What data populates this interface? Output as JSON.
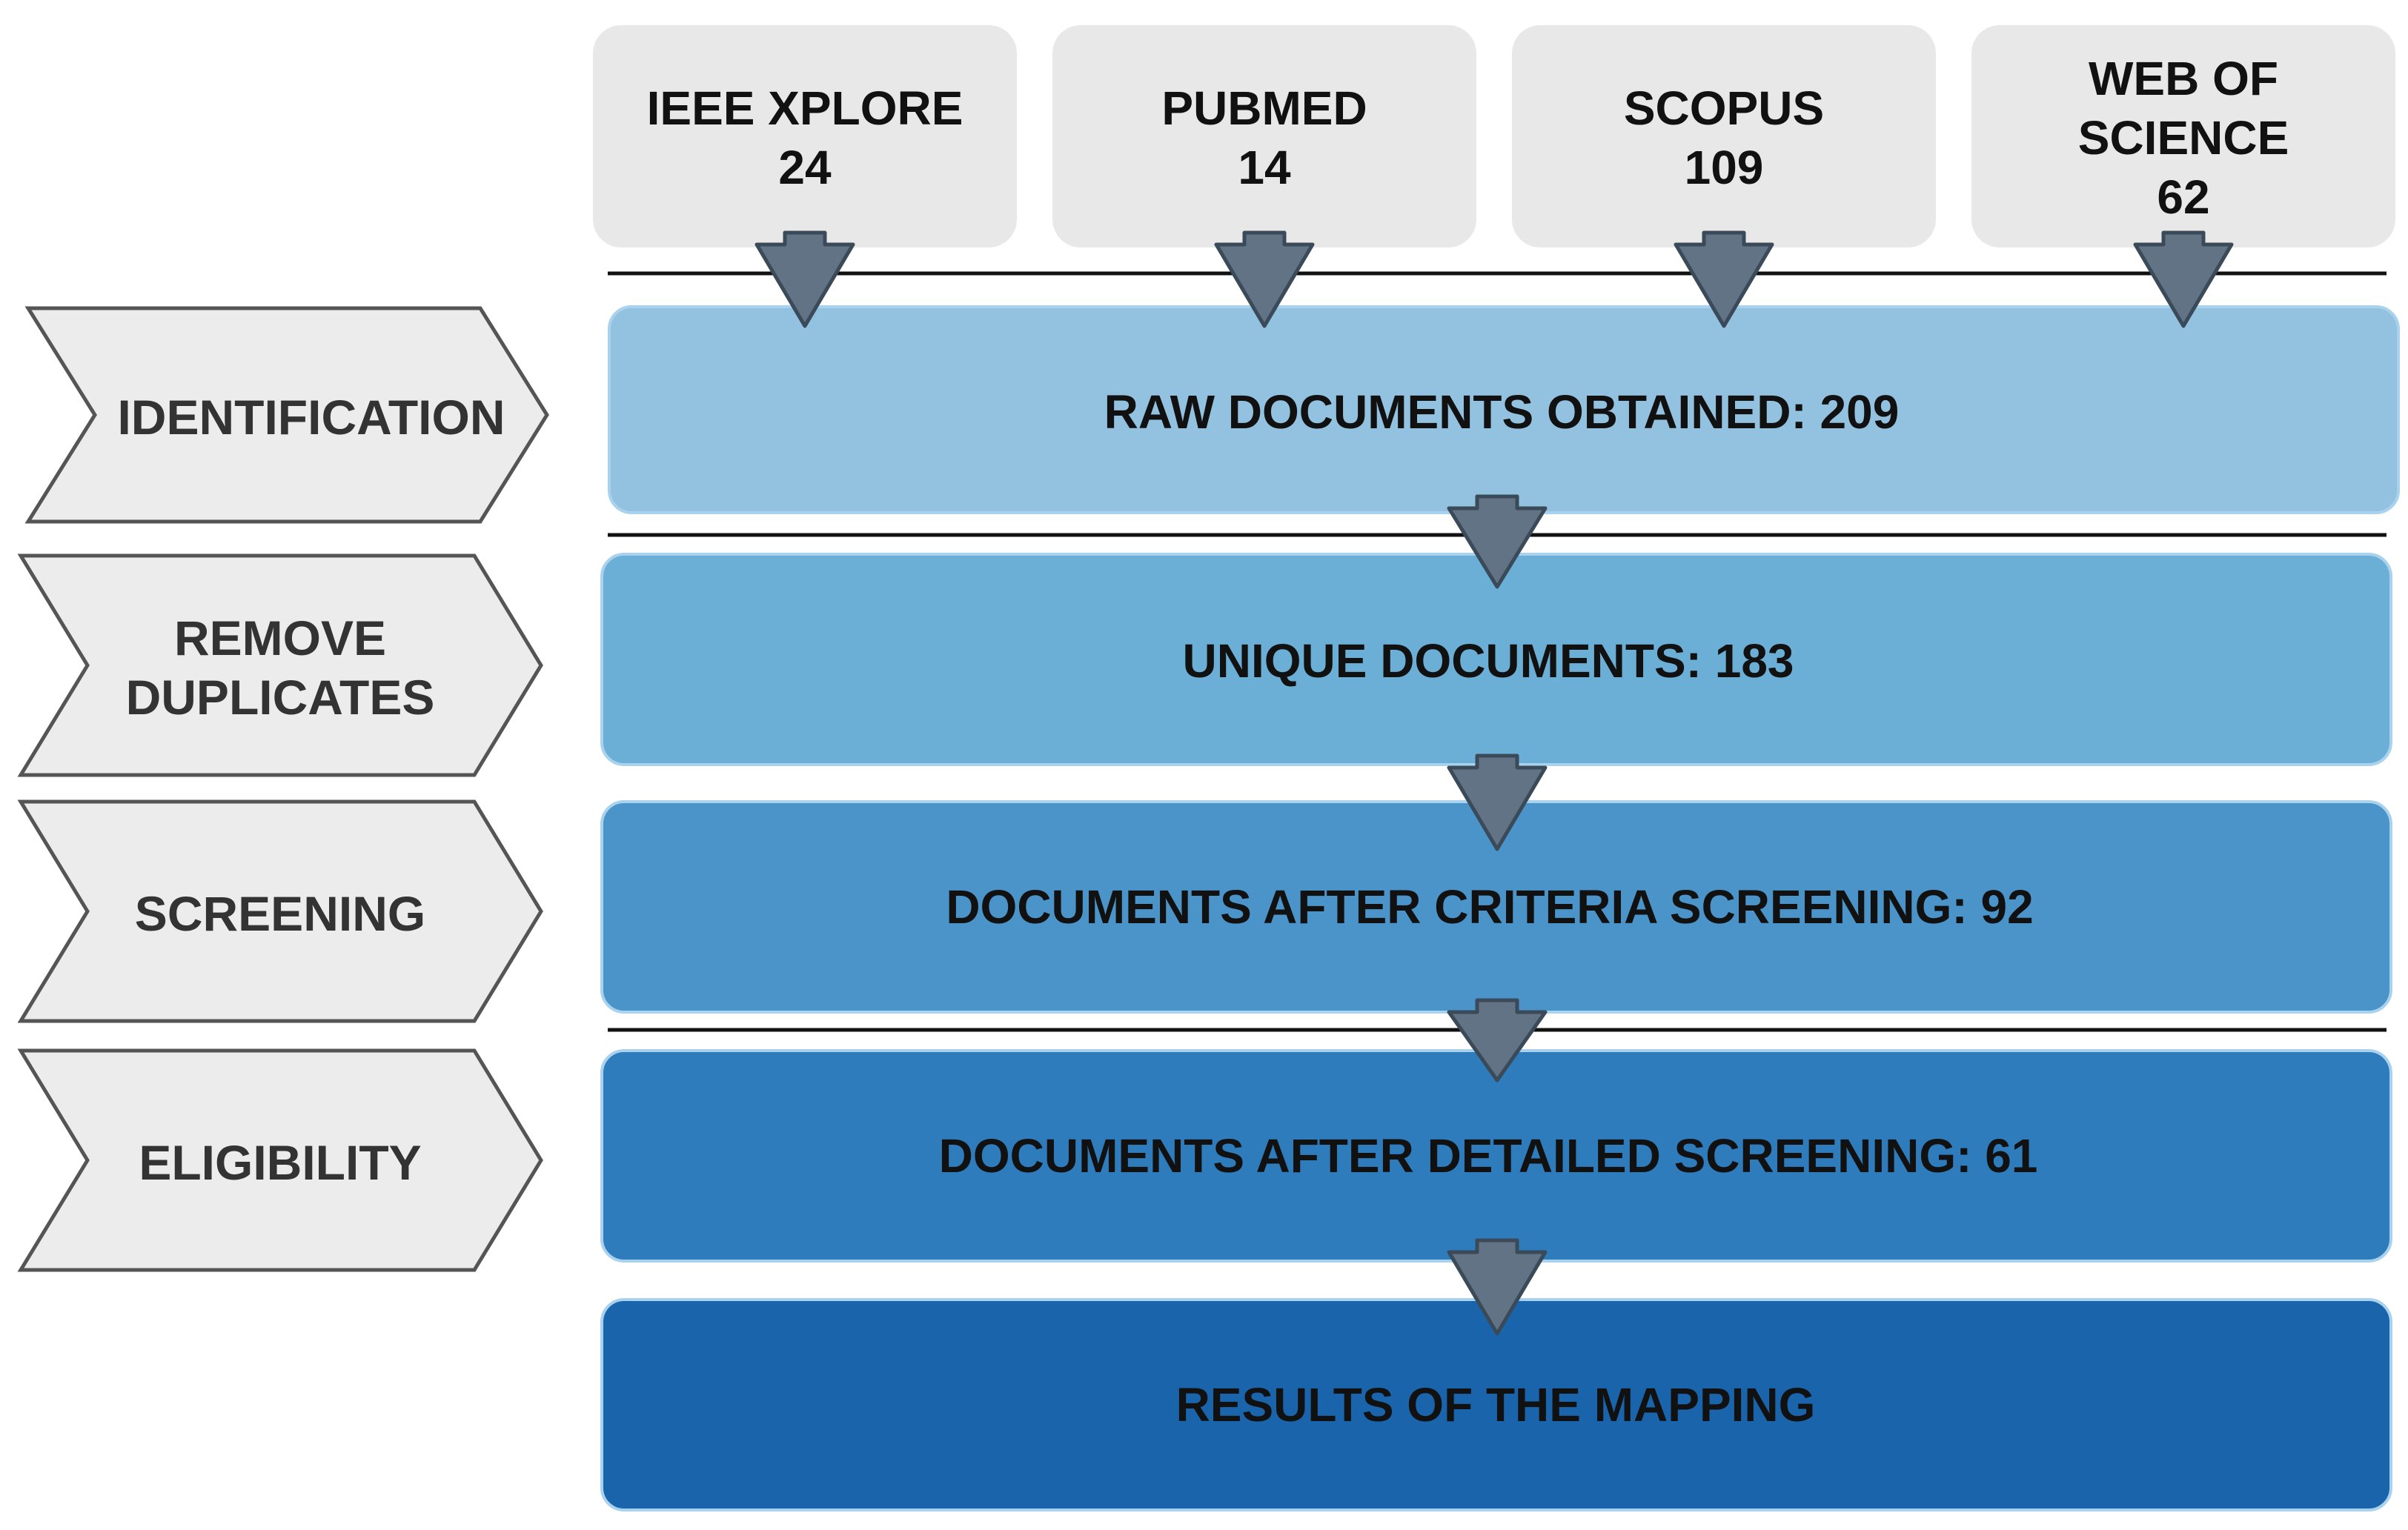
{
  "sources": [
    {
      "name": "IEEE XPLORE",
      "count": "24"
    },
    {
      "name": "PUBMED",
      "count": "14"
    },
    {
      "name": "SCOPUS",
      "count": "109"
    },
    {
      "name": "WEB OF",
      "name2": "SCIENCE",
      "count": "62"
    }
  ],
  "stages": [
    {
      "line1": "IDENTIFICATION"
    },
    {
      "line1": "REMOVE",
      "line2": "DUPLICATES"
    },
    {
      "line1": "SCREENING"
    },
    {
      "line1": "ELIGIBILITY"
    }
  ],
  "results": [
    {
      "text": "RAW DOCUMENTS OBTAINED: 209"
    },
    {
      "text": "UNIQUE DOCUMENTS: 183"
    },
    {
      "text": "DOCUMENTS AFTER CRITERIA SCREENING: 92"
    },
    {
      "text": "DOCUMENTS AFTER DETAILED SCREENING: 61"
    },
    {
      "text": "RESULTS OF THE MAPPING"
    }
  ],
  "colors": {
    "source_box": "#e8e8e8",
    "stage_fill": "#ececec",
    "stage_stroke": "#555555",
    "arrow_fill": "#617385",
    "arrow_stroke": "#3a4a58",
    "result_fills": [
      "#93c1e0",
      "#6baed6",
      "#4a94c9",
      "#2f7cbd",
      "#1a64ab"
    ],
    "result_stroke": "#a9d2ee",
    "divider": "#111111"
  }
}
